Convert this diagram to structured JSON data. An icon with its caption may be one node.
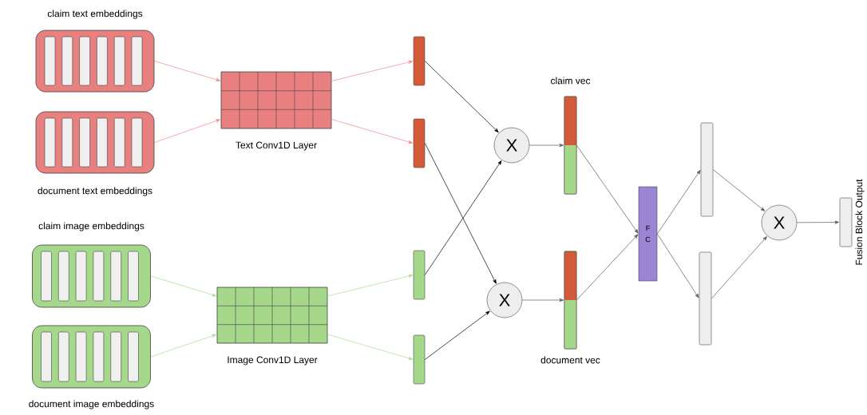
{
  "diagram": {
    "nodes": [
      {
        "text": [
          "claim text embeddings"
        ]
      },
      {
        "text": [
          "document text embeddings"
        ]
      },
      {
        "text": [
          "claim image embeddings"
        ]
      },
      {
        "text": [
          "document image embeddings"
        ]
      },
      {
        "text": [
          "Text Conv1D Layer"
        ]
      },
      {
        "text": [
          "Image Conv1D Layer"
        ]
      },
      {
        "text": [],
        "shape": "bar"
      },
      {
        "text": [],
        "shape": "bar"
      },
      {
        "text": [],
        "shape": "bar"
      },
      {
        "text": [],
        "shape": "bar"
      },
      {
        "text": [
          "X"
        ]
      },
      {
        "text": [
          "X"
        ]
      },
      {
        "text": [
          "claim vec"
        ]
      },
      {
        "text": [
          "document vec"
        ]
      },
      {
        "text": [
          "F C"
        ]
      },
      {
        "text": [],
        "shape": "bar"
      },
      {
        "text": [],
        "shape": "bar"
      },
      {
        "text": [
          "X"
        ]
      },
      {
        "text": [
          "Fusion Block Output"
        ]
      }
    ],
    "edges": [
      {
        "from": 0,
        "to": 4,
        "arrow": "to",
        "color": "#f08a86"
      },
      {
        "from": 1,
        "to": 4,
        "arrow": "to",
        "color": "#f08a86"
      },
      {
        "from": 4,
        "to": 6,
        "arrow": "to",
        "color": "#f08a86"
      },
      {
        "from": 4,
        "to": 7,
        "arrow": "to",
        "color": "#f08a86"
      },
      {
        "from": 2,
        "to": 5,
        "arrow": "to",
        "color": "#a8dc90"
      },
      {
        "from": 3,
        "to": 5,
        "arrow": "to",
        "color": "#a8dc90"
      },
      {
        "from": 5,
        "to": 8,
        "arrow": "to",
        "color": "#a8dc90"
      },
      {
        "from": 5,
        "to": 9,
        "arrow": "to",
        "color": "#a8dc90"
      },
      {
        "from": 6,
        "to": 10,
        "arrow": "to",
        "color": "#000000"
      },
      {
        "from": 7,
        "to": 11,
        "arrow": "to",
        "color": "#000000"
      },
      {
        "from": 8,
        "to": 10,
        "arrow": "to",
        "color": "#000000"
      },
      {
        "from": 9,
        "to": 11,
        "arrow": "to",
        "color": "#000000"
      },
      {
        "from": 10,
        "to": 12,
        "arrow": "to"
      },
      {
        "from": 11,
        "to": 13,
        "arrow": "to"
      },
      {
        "from": 12,
        "to": 14,
        "arrow": "to"
      },
      {
        "from": 13,
        "to": 14,
        "arrow": "to"
      },
      {
        "from": 14,
        "to": 15,
        "arrow": "to"
      },
      {
        "from": 14,
        "to": 16,
        "arrow": "to"
      },
      {
        "from": 15,
        "to": 17,
        "arrow": "to"
      },
      {
        "from": 16,
        "to": 17,
        "arrow": "to"
      },
      {
        "from": 17,
        "to": 18,
        "arrow": "to"
      }
    ]
  }
}
